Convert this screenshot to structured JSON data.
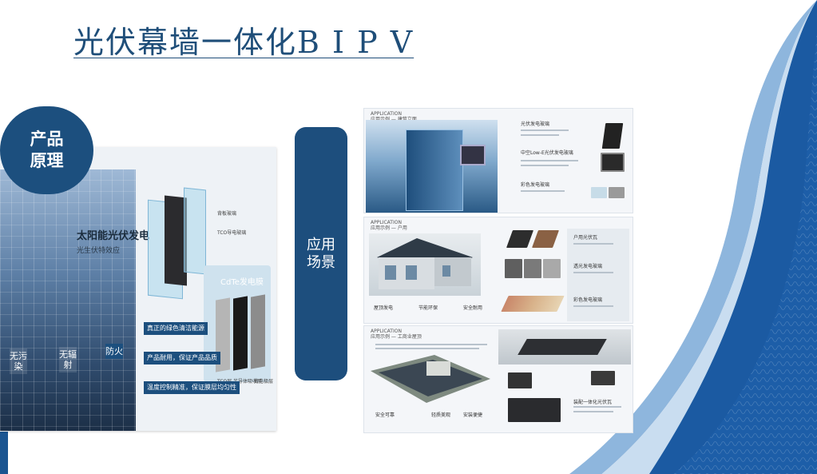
{
  "title": "光伏幕墙一体化B I P V",
  "principle": {
    "badge_line1": "产品",
    "badge_line2": "原理",
    "heading": "太阳能光伏发电",
    "subheading": "光生伏特效应",
    "cdte_label": "CdTe发电膜",
    "glass_label_1": "背板玻璃",
    "glass_label_2": "TCO导电玻璃",
    "features": [
      "真正的绿色清洁能源",
      "产品耐用，保证产品品质",
      "温度控制精准，保证膜层均匀性"
    ],
    "layers": [
      "TCO层",
      "半导体吸收层",
      "背电极层"
    ],
    "vertical_labels": [
      "无污染",
      "无辐射",
      "防火"
    ]
  },
  "scene": {
    "pill_line1": "应用",
    "pill_line2": "场景"
  },
  "cards": [
    {
      "app_title": "APPLICATION",
      "app_sub": "应用示例 — 建筑立面",
      "items": [
        "光伏发电玻璃",
        "中空Low-E光伏发电玻璃",
        "彩色发电玻璃"
      ]
    },
    {
      "app_title": "APPLICATION",
      "app_sub": "应用示例 — 户用",
      "items": [
        "户用光伏瓦",
        "透光发电玻璃",
        "彩色发电玻璃"
      ],
      "bottom": [
        "屋顶发电",
        "节能环保",
        "安全耐用"
      ]
    },
    {
      "app_title": "APPLICATION",
      "app_sub": "应用示例 — 工商业屋顶",
      "items": [
        "装配一体化光伏瓦"
      ],
      "bottom": [
        "安全可靠",
        "轻质美观",
        "安装便捷"
      ]
    }
  ]
}
